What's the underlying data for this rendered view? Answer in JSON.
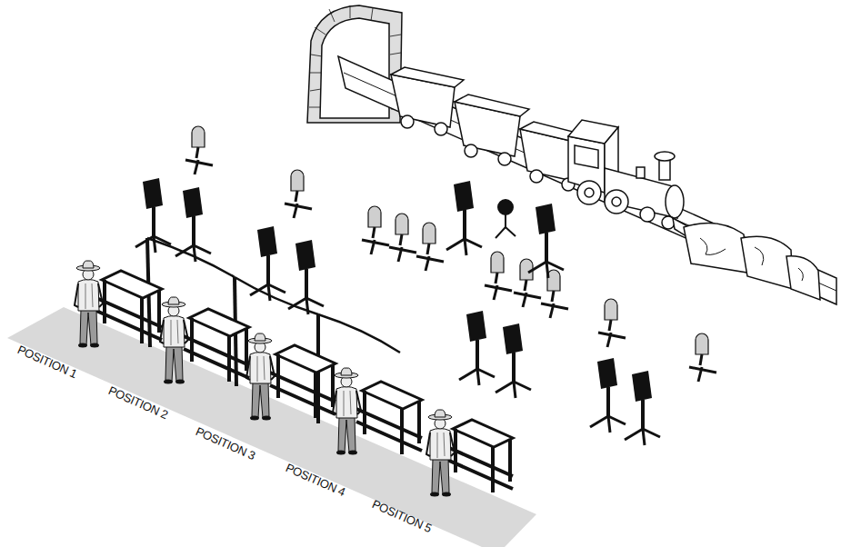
{
  "diagram": {
    "nodes": [
      {
        "text": [
          "POSITION 1",
          "POSITION 2",
          "POSITION 3",
          "POSITION 4",
          "POSITION 5"
        ]
      }
    ]
  }
}
